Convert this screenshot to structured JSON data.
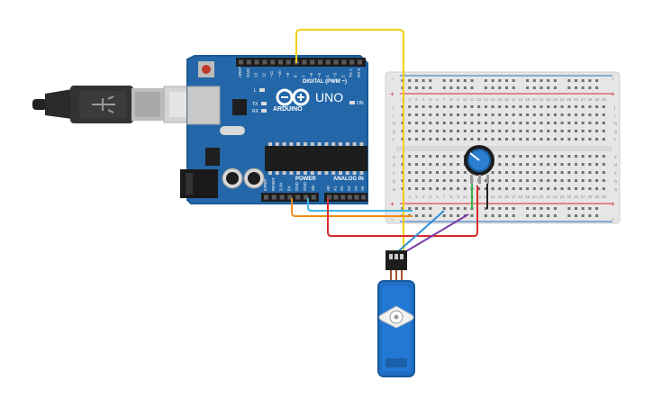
{
  "board": {
    "brand": "ARDUINO",
    "model": "UNO",
    "digital_header": "DIGITAL (PWM ~)",
    "power_header": "POWER",
    "analog_header": "ANALOG IN",
    "on_label": "ON",
    "l_label": "L",
    "tx_label": "TX",
    "rx_label": "RX",
    "digital_pins": [
      "AREF",
      "GND",
      "13",
      "12",
      "~11",
      "~10",
      "~9",
      "8",
      "7",
      "~6",
      "~5",
      "4",
      "~3",
      "2",
      "TX 1",
      "RX 0"
    ],
    "power_pins": [
      "IOREF",
      "RESET",
      "3.3V",
      "5V",
      "GND",
      "GND",
      "Vin"
    ],
    "analog_pins": [
      "A0",
      "A1",
      "A2",
      "A3",
      "A4",
      "A5"
    ]
  },
  "breadboard": {
    "columns": 30,
    "upper_rows": [
      "a",
      "b",
      "c",
      "d",
      "e"
    ],
    "lower_rows": [
      "f",
      "g",
      "h",
      "i",
      "j"
    ],
    "plus_label": "+",
    "minus_label": "-"
  },
  "wires": {
    "yellow": "#f2d013",
    "orange": "#f08c1e",
    "light_blue": "#3fb8e6",
    "red": "#d62b2b",
    "blue": "#2a8fd6",
    "purple": "#7e3ba6",
    "green": "#3ab54a",
    "black": "#222222"
  },
  "colors": {
    "board_blue": "#2467a8",
    "board_edge": "#1b5a96",
    "header_black": "#1d1d1d",
    "breadboard_bg": "#e6e6e6",
    "servo_blue": "#1f6fc4"
  }
}
